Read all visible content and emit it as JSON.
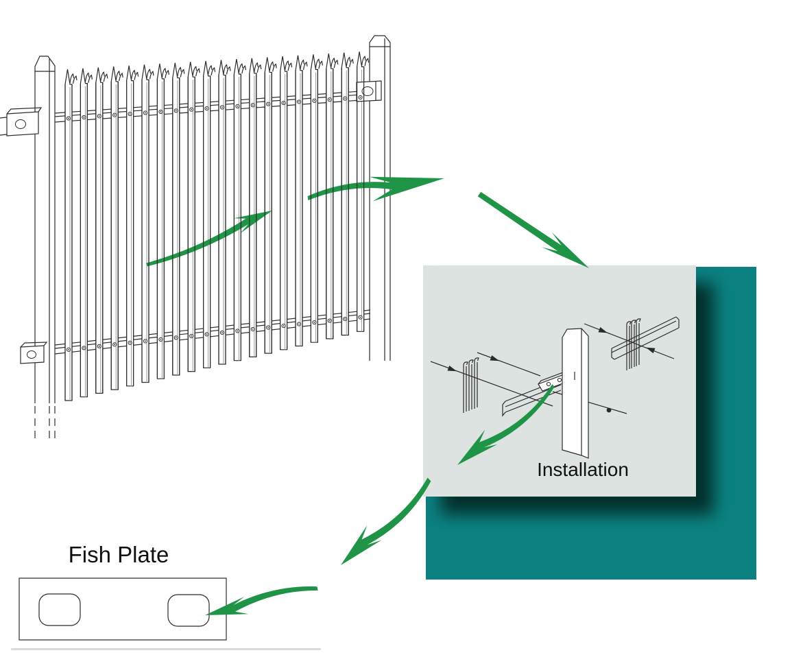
{
  "labels": {
    "installation": "Installation",
    "fish_plate": "Fish Plate"
  },
  "colors": {
    "background": "#ffffff",
    "arrow_green": "#1f9447",
    "backdrop_teal": "#0b8281",
    "panel_grey": "#dce3e0",
    "line_dark": "#2b2b2b",
    "line_light": "#9a9a9a",
    "text": "#101010"
  },
  "fence": {
    "pale_count": 20,
    "post_count": 2,
    "rail_count": 2,
    "bolts_per_rail": 20,
    "fish_plate_brackets": 3
  },
  "fish_plate_diagram": {
    "hole_count": 2
  },
  "icons": {
    "arrows": [
      "fence-inner-arrow-icon",
      "fence-exit-arrow-icon",
      "to-installation-arrow-icon",
      "installation-detail-arrow-icon",
      "installation-to-fishplate-arrow-icon",
      "fishplate-hole-arrow-icon"
    ]
  }
}
